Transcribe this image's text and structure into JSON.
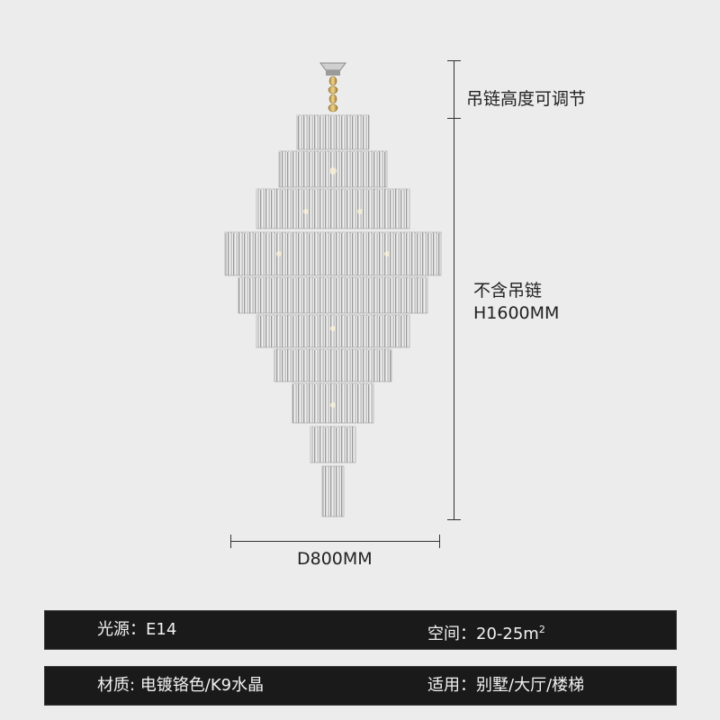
{
  "dimensions": {
    "chain_note": "吊链高度可调节",
    "body_height_label": "不含吊链",
    "body_height_value": "H1600MM",
    "diameter": "D800MM"
  },
  "specs": {
    "light_source": {
      "label": "光源：",
      "value": "E14"
    },
    "space": {
      "label": "空间：",
      "value": "20-25m",
      "sup": "2"
    },
    "material": {
      "label": "材质: ",
      "value": "电镀铬色/K9水晶"
    },
    "usage": {
      "label": "适用：",
      "value": "别墅/大厅/楼梯"
    }
  },
  "colors": {
    "background": "#ececec",
    "bar_background": "#1a1a1a",
    "bar_text": "#f2f2f2",
    "line": "#333333"
  }
}
